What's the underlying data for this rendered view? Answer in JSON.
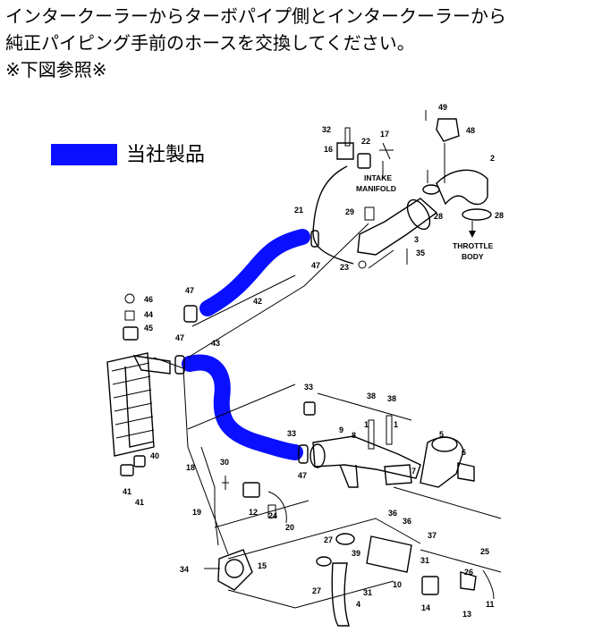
{
  "instruction": {
    "line1": "インタークーラーからターボパイプ側とインタークーラーから",
    "line2": "純正パイピング手前のホースを交換してください。",
    "line3": "※下図参照※"
  },
  "legend": {
    "color": "#0a10ff",
    "label": "当社製品"
  },
  "captions": {
    "intake_1": "INTAKE",
    "intake_2": "MANIFOLD",
    "throttle_1": "THROTTLE",
    "throttle_2": "BODY"
  },
  "part_numbers": [
    "32",
    "16",
    "22",
    "17",
    "49",
    "48",
    "2",
    "28",
    "28",
    "29",
    "3",
    "35",
    "21",
    "47",
    "23",
    "42",
    "47",
    "46",
    "44",
    "45",
    "47",
    "43",
    "40",
    "41",
    "41",
    "18",
    "30",
    "12",
    "24",
    "19",
    "20",
    "15",
    "34",
    "33",
    "33",
    "38",
    "38",
    "1",
    "1",
    "9",
    "8",
    "47",
    "7",
    "5",
    "6",
    "36",
    "36",
    "37",
    "27",
    "39",
    "31",
    "31",
    "10",
    "14",
    "25",
    "26",
    "13",
    "11",
    "4",
    "27"
  ]
}
